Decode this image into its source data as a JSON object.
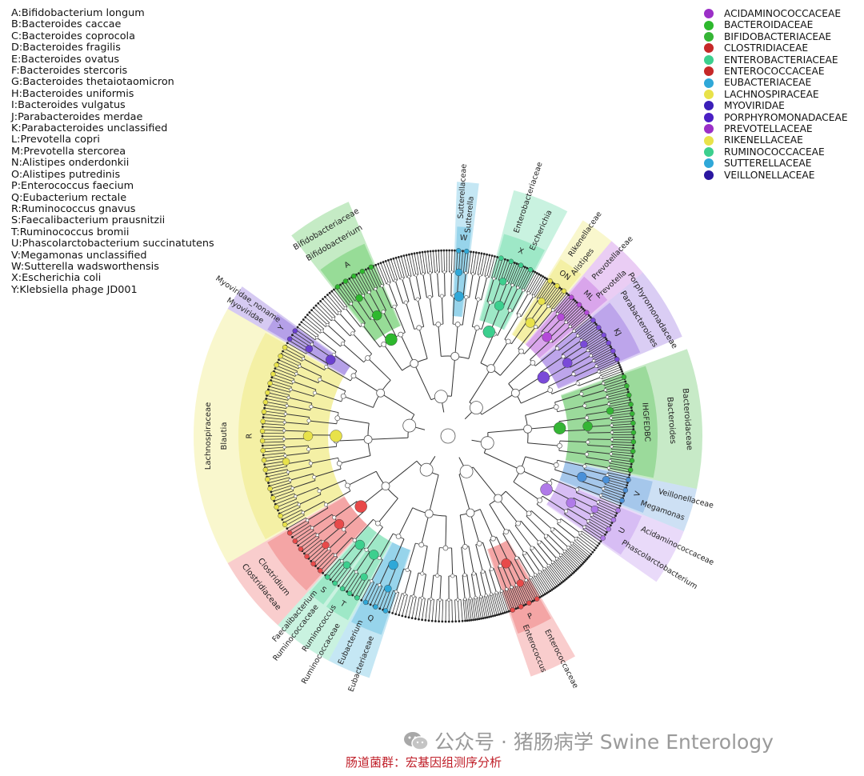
{
  "key_list": [
    "A:Bifidobacterium longum",
    "B:Bacteroides caccae",
    "C:Bacteroides coprocola",
    "D:Bacteroides fragilis",
    "E:Bacteroides ovatus",
    "F:Bacteroides stercoris",
    "G:Bacteroides thetaiotaomicron",
    "H:Bacteroides uniformis",
    "I:Bacteroides vulgatus",
    "J:Parabacteroides merdae",
    "K:Parabacteroides unclassified",
    "L:Prevotella copri",
    "M:Prevotella stercorea",
    "N:Alistipes onderdonkii",
    "O:Alistipes putredinis",
    "P:Enterococcus faecium",
    "Q:Eubacterium rectale",
    "R:Ruminococcus gnavus",
    "S:Faecalibacterium prausnitzii",
    "T:Ruminococcus bromii",
    "U:Phascolarctobacterium succinatutens",
    "V:Megamonas unclassified",
    "W:Sutterella wadsworthensis",
    "X:Escherichia coli",
    "Y:Klebsiella phage JD001"
  ],
  "legend": [
    {
      "label": "ACIDAMINOCOCCACEAE",
      "color": "#9b2fc7"
    },
    {
      "label": "BACTEROIDACEAE",
      "color": "#2db82d"
    },
    {
      "label": "BIFIDOBACTERIACEAE",
      "color": "#35b535"
    },
    {
      "label": "CLOSTRIDIACEAE",
      "color": "#c62828"
    },
    {
      "label": "ENTEROBACTERIACEAE",
      "color": "#3ccf8e"
    },
    {
      "label": "ENTEROCOCCACEAE",
      "color": "#c62828"
    },
    {
      "label": "EUBACTERIACEAE",
      "color": "#2fa8d8"
    },
    {
      "label": "LACHNOSPIRACEAE",
      "color": "#e8e24a"
    },
    {
      "label": "MYOVIRIDAE",
      "color": "#3b1fb8"
    },
    {
      "label": "PORPHYROMONADACEAE",
      "color": "#4a1fc4"
    },
    {
      "label": "PREVOTELLACEAE",
      "color": "#9b2fc7"
    },
    {
      "label": "RIKENELLACEAE",
      "color": "#e8e24a"
    },
    {
      "label": "RUMINOCOCCACEAE",
      "color": "#3ccf8e"
    },
    {
      "label": "SUTTERELLACEAE",
      "color": "#2fa8d8"
    },
    {
      "label": "VEILLONELLACEAE",
      "color": "#2a16a0"
    }
  ],
  "clades": [
    {
      "family": "Bifidobacteriaceae",
      "genus": "Bifidobacterium",
      "letters": "A",
      "a0": -38,
      "a1": -23,
      "color": "#2db82d"
    },
    {
      "family": "Sutterellaceae",
      "genus": "Sutterella",
      "letters": "W",
      "a0": 2,
      "a1": 7,
      "color": "#2fa8d8"
    },
    {
      "family": "Enterobacteriaceae",
      "genus": "Escherichia",
      "letters": "X",
      "a0": 15,
      "a1": 28,
      "color": "#3ccf8e"
    },
    {
      "family": "Rikenellaceae",
      "genus": "Alistipes",
      "letters": "ON",
      "a0": 32,
      "a1": 40,
      "color": "#e8e24a"
    },
    {
      "family": "Prevotellaceae",
      "genus": "Prevotella",
      "letters": "ML",
      "a0": 40,
      "a1": 50,
      "color": "#b44ad8"
    },
    {
      "family": "Porphyromonadaceae",
      "genus": "Parabacteroides",
      "letters": "KJ",
      "a0": 50,
      "a1": 67,
      "color": "#7a4ad8"
    },
    {
      "family": "Bacteroidaceae",
      "genus": "Bacteroides",
      "letters": "IHGFEDBC",
      "a0": 70,
      "a1": 102,
      "color": "#35b535"
    },
    {
      "family": "Veillonellaceae",
      "genus": "Megamonas",
      "letters": "V",
      "a0": 102,
      "a1": 112,
      "color": "#4a90d8"
    },
    {
      "family": "Acidaminococcaceae",
      "genus": "Phascolarctobacterium",
      "letters": "U",
      "a0": 112,
      "a1": 125,
      "color": "#b07ae8"
    },
    {
      "family": "Enterococcaceae",
      "genus": "Enterococcus",
      "letters": "P",
      "a0": 150,
      "a1": 161,
      "color": "#e84a4a"
    },
    {
      "family": "Eubacteriaceae",
      "genus": "Eubacterium",
      "letters": "Q",
      "a0": 198,
      "a1": 208,
      "color": "#2fa8d8"
    },
    {
      "family": "Ruminococcaceae",
      "genus": "Ruminococcus",
      "letters": "T",
      "a0": 208,
      "a1": 216,
      "color": "#3ccf8e"
    },
    {
      "family": "Ruminococcaceae",
      "genus": "Faecalibacterium",
      "letters": "S",
      "a0": 216,
      "a1": 222,
      "color": "#3ccf8e"
    },
    {
      "family": "Clostridiaceae",
      "genus": "Clostridium",
      "letters": "",
      "a0": 222,
      "a1": 240,
      "color": "#e84a4a"
    },
    {
      "family": "Lachnospiraceae",
      "genus": "Blautia",
      "letters": "R",
      "a0": 240,
      "a1": 300,
      "color": "#e8e24a"
    },
    {
      "family": "Myoviridae",
      "genus": "Myoviridae_noname",
      "letters": "Y",
      "a0": 300,
      "a1": 306,
      "color": "#6a3fd0"
    }
  ],
  "watermark": "公众号 · 猪肠病学 Swine Enterology",
  "caption": "肠道菌群：宏基因组测序分析"
}
